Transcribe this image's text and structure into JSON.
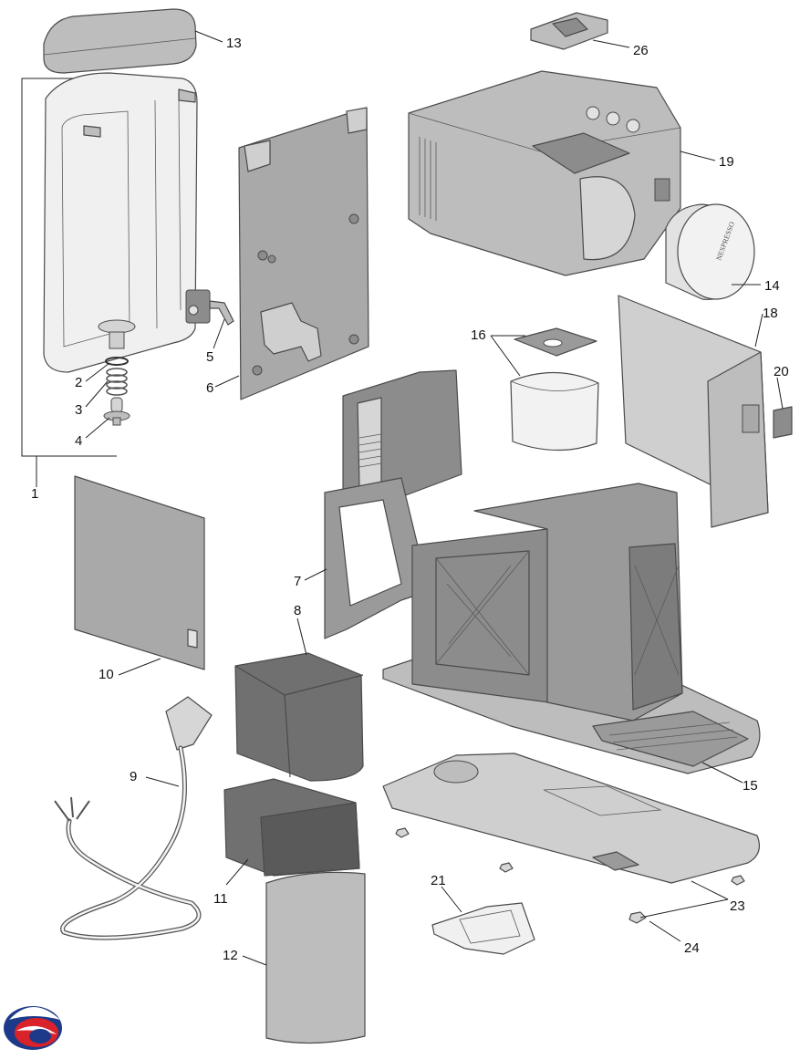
{
  "callouts": [
    {
      "key": "c1",
      "text": "1"
    },
    {
      "key": "c2",
      "text": "2"
    },
    {
      "key": "c3",
      "text": "3"
    },
    {
      "key": "c4",
      "text": "4"
    },
    {
      "key": "c5",
      "text": "5"
    },
    {
      "key": "c6",
      "text": "6"
    },
    {
      "key": "c7",
      "text": "7"
    },
    {
      "key": "c8",
      "text": "8"
    },
    {
      "key": "c9",
      "text": "9"
    },
    {
      "key": "c10",
      "text": "10"
    },
    {
      "key": "c11",
      "text": "11"
    },
    {
      "key": "c12",
      "text": "12"
    },
    {
      "key": "c13",
      "text": "13"
    },
    {
      "key": "c14",
      "text": "14"
    },
    {
      "key": "c15",
      "text": "15"
    },
    {
      "key": "c16",
      "text": "16"
    },
    {
      "key": "c18",
      "text": "18"
    },
    {
      "key": "c19",
      "text": "19"
    },
    {
      "key": "c20",
      "text": "20"
    },
    {
      "key": "c21",
      "text": "21"
    },
    {
      "key": "c23",
      "text": "23"
    },
    {
      "key": "c24",
      "text": "24"
    },
    {
      "key": "c26",
      "text": "26"
    }
  ],
  "brand_mark": "NESPRESSO",
  "colors": {
    "light_part": "#e2e2e2",
    "mid_part": "#bdbdbd",
    "dark_part": "#8c8c8c",
    "darker_part": "#707070",
    "logo_blue": "#1d3a8a",
    "logo_red": "#d9222a"
  }
}
